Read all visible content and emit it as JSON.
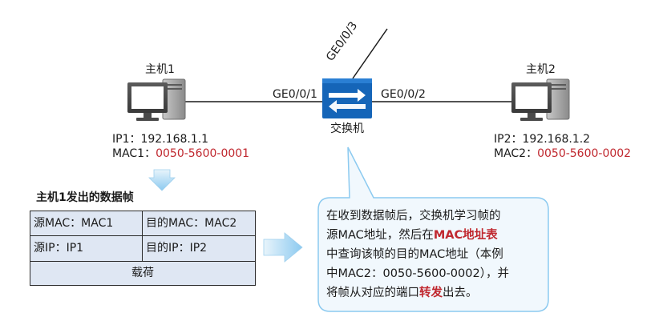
{
  "host1": {
    "name": "主机1",
    "ip_prefix": "IP1：",
    "ip": "192.168.1.1",
    "mac_prefix": "MAC1：",
    "mac": "0050-5600-0001"
  },
  "host2": {
    "name": "主机2",
    "ip_prefix": "IP2：",
    "ip": "192.168.1.2",
    "mac_prefix": "MAC2：",
    "mac": "0050-5600-0002"
  },
  "switch": {
    "name": "交换机",
    "port_left": "GE0/0/1",
    "port_right": "GE0/0/2",
    "port_top": "GE0/0/3"
  },
  "frame": {
    "title": "主机1发出的数据帧",
    "src_mac": "源MAC：MAC1",
    "dst_mac": "目的MAC：MAC2",
    "src_ip": "源IP：IP1",
    "dst_ip": "目的IP：IP2",
    "payload": "载荷"
  },
  "callout": {
    "line1": "在收到数据帧后，交换机学习帧的",
    "line2_a": "源MAC地址，然后在",
    "line2_b": "MAC地址表",
    "line3": "中查询该帧的目的MAC地址（本例",
    "line4": "中MAC2：0050-5600-0002），并",
    "line5_a": "将帧从对应的端口",
    "line5_b": "转发",
    "line5_c": "出去。"
  },
  "colors": {
    "accent_red": "#c0282f",
    "switch_blue": "#1565b8",
    "frame_fill": "#dfe7f3",
    "arrow_fill": "#a9d4ef"
  }
}
